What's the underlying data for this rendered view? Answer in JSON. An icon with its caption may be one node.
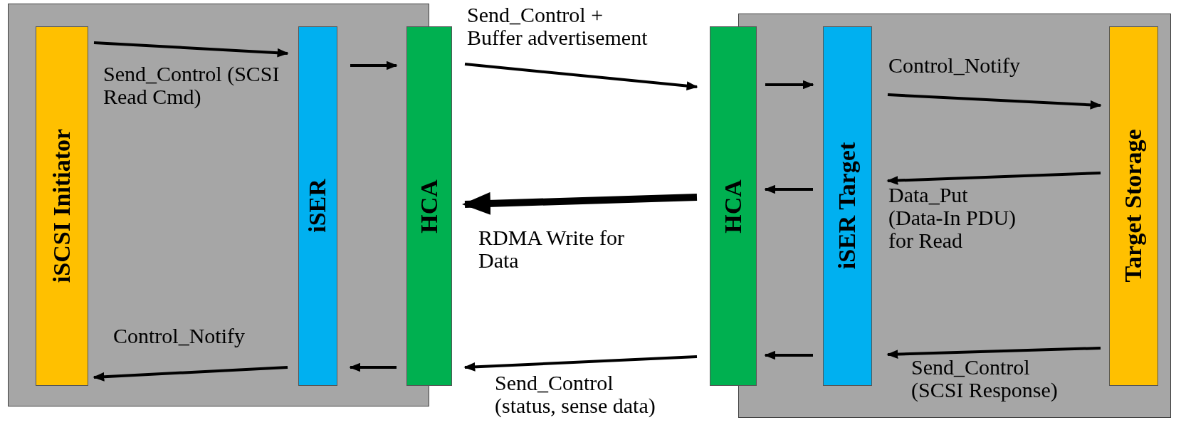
{
  "diagram": {
    "nodes": [
      {
        "text": [],
        "shape": "box"
      },
      {
        "text": [
          "iSCSI Initiator"
        ],
        "in": 0
      },
      {
        "text": [
          "iSER"
        ],
        "in": 0
      },
      {
        "text": [
          "HCA"
        ]
      },
      {
        "text": [],
        "shape": "box"
      },
      {
        "text": [
          "HCA"
        ]
      },
      {
        "text": [
          "iSER Target"
        ],
        "in": 4
      },
      {
        "text": [
          "Target Storage"
        ],
        "in": 4
      }
    ],
    "edges": [
      {
        "from": 1,
        "to": 2,
        "arrow": "to",
        "label": "Send_Control (SCSI Read Cmd)"
      },
      {
        "from": 2,
        "to": 3,
        "arrow": "to"
      },
      {
        "from": 3,
        "to": 5,
        "arrow": "to",
        "label": "Send_Control + Buffer advertisement"
      },
      {
        "from": 5,
        "to": 6,
        "arrow": "to"
      },
      {
        "from": 6,
        "to": 7,
        "arrow": "to",
        "label": "Control_Notify"
      },
      {
        "from": 7,
        "to": 6,
        "arrow": "to",
        "label": "Data_Put (Data-In PDU) for Read"
      },
      {
        "from": 6,
        "to": 5,
        "arrow": "to"
      },
      {
        "from": 5,
        "to": 3,
        "arrow": "to",
        "label": "RDMA Write for Data",
        "style": "thick"
      },
      {
        "from": 7,
        "to": 6,
        "arrow": "to",
        "label": "Send_Control (SCSI Response)"
      },
      {
        "from": 6,
        "to": 5,
        "arrow": "to"
      },
      {
        "from": 5,
        "to": 3,
        "arrow": "to",
        "label": "Send_Control (status, sense data)"
      },
      {
        "from": 3,
        "to": 2,
        "arrow": "to"
      },
      {
        "from": 2,
        "to": 1,
        "arrow": "to",
        "label": "Control_Notify"
      }
    ]
  }
}
